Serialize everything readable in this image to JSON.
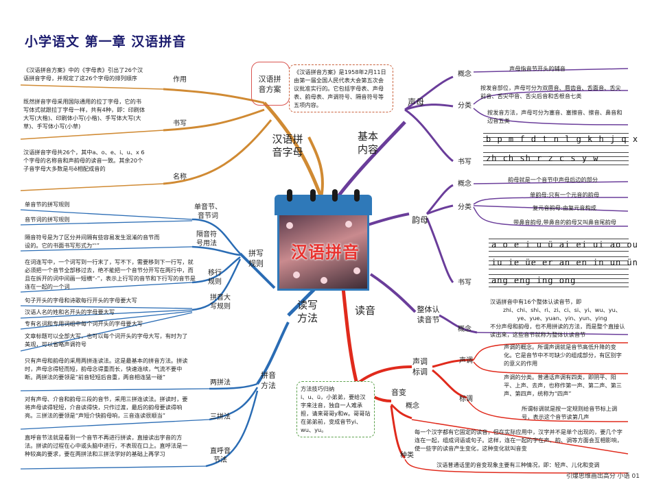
{
  "title": "小学语文  第一章  汉语拼音",
  "footer": "引爆思维画出高分   小语   01",
  "center": "汉语拼音",
  "branches": {
    "zimu": "汉语拼\n音字母",
    "jiben": "基本\n内容",
    "duxie": "读写\n方法",
    "duyin": "读音"
  },
  "zimu": {
    "fangan_label": "汉语拼\n音方案",
    "fangan_text": "《汉语拼音方案》是1958年2月11日由第一届全国人民代表大会第五次会议批准实行的。它包括字母表、声母表、韵母表、声调符号、隔音符号等五项内容。",
    "zuoyong": "作用",
    "zuoyong_text": "《汉语拼音方案》中的《字母表》引出了26个汉语拼音字母，并规定了这26个字母的排列顺序",
    "shuxie": "书写",
    "shuxie_text": "既然拼音字母采用国际通用的拉丁字母，它的书写体式就跟拉丁字母一样，共有4种，即：印刷体大写(大楷)、印刷体小写(小楷)、手写体大写(大草)、手写体小写(小草)",
    "mingcheng": "名称",
    "mingcheng_text": "汉语拼音字母共26个，其中a、o、e、i、u、x 6个字母的名称音和声韵母的读音一致。其余20个子音字母大多数是与ê相配成音的"
  },
  "jiben": {
    "shengmu": "声母",
    "gainian": "概念",
    "sm_gainian_text": "声母指音节开头的辅音",
    "fenlei": "分类",
    "sm_fenlei_1": "按发音部位，声母可分为双唇音、唇齿音、舌面音、舌尖前音、舌尖中音、舌尖后音和舌根音七类",
    "sm_fenlei_2": "按发音方法，声母可分为塞音、塞擦音、擦音、鼻音和边音五类",
    "shuxie": "书写",
    "sm_staff_1": "b p m f d t n l g k h j q x",
    "sm_staff_2": "zh ch sh r z c s y w",
    "yunmu": "韵母",
    "ym_gainian_text": "韵母就是一个音节中声母后边的部分",
    "ym_fenlei_1": "单韵母:只有一个元音的韵母",
    "ym_fenlei_2": "复元音韵母:由复元音构成",
    "ym_fenlei_3": "带鼻音韵母,带鼻音的韵母又叫鼻音尾韵母",
    "ym_staff_1": "a o e i u ü ai ei ui ao ou",
    "ym_staff_2": "iu ie üe er an en in un ün",
    "ym_staff_3": "ang eng ing ong",
    "zhengti": "整体认\n读音节",
    "zt_text_1": "汉语拼音中有16个整体认读音节，即",
    "zt_text_2": "zhi、chi、shi、ri、zi、ci、si、yi、wu、yu、ye、yue、yuan、yin、yun、ying",
    "zt_text_3": "不分声母和韵母，也不用拼读的方法，而是整个直接认读出来，这些音节就称为整体认读音节"
  },
  "duxie": {
    "pinxie": "拼写\n规则",
    "dan_yin": "单音节、\n音节词",
    "dan_1": "单音节的拼写规则",
    "dan_2": "音节词的拼写规则",
    "geyin": "隔音符\n号用法",
    "geyin_text": "隔音符号是为了区分并间隔有些容易发生混淆的音节而设的。它的书面书写形式为“'”",
    "yihang": "移行\n规则",
    "yihang_text": "在词连写中，一个词写到一行末了，写不下，需要移到下一行写，就必须把一个音节全部移过去，绝不能把一个音节分开写在两行中，而且在拆开的词中间画一短横“-”，表示上行写的音节和下行写的音节是连在一起的一个词",
    "daxie": "拼音大\n写规则",
    "daxie_1": "句子开头的字母和诗歌每行开头的字母要大写",
    "daxie_2": "汉语人名的姓和名开头的字母要大写",
    "daxie_3": "专有名词和专用词组中每个词开头的字母要大写",
    "daxie_4": "文章标题可以全部大写，也可以每个词开头的字母大写，有时为了美观，可以省略声调符号",
    "pinyin": "拼音\n方法",
    "liangpin": "两拼法",
    "liangpin_text": "只有声母和韵母的采用两拼连读法。这是最基本的拼音方法。拼读时，声母念得轻而短，韵母念得重而长，快速连续，气流不要中断。两拼法的要领是“前音轻短后音重，两音相连猛一碰”",
    "sanpin": "三拼法",
    "sanpin_text": "对有声母、介音和韵母三段的音节，采用三拼连读法。拼读时，要将声母读得轻短，介音读得快，只作过渡，最后的韵母要读得响亮。三拼法的要领是“声短介快韵母响，三音连读很顺当”",
    "zhihu": "直呼音\n节法",
    "zhihu_text": "直呼音节法就是看到一个音节不再进行拼读，直接读出字音的方法。拼读的过程在心中或头脑中进行，不表现在口上。直呼法是一种较高的要求，要在两拼法和三拼法学好的基础上再学习",
    "jiqiao": "方法技巧归纳\ni、u、ü，小弟弟，要给汉字来注音，独自一人难承担，请来哥哥y和w。哥哥站在弟弟前，变成音节yi、wu、yu。"
  },
  "duyin": {
    "shengdiao": "声调\n标调",
    "sd_label": "声调",
    "sd_text_1": "声调的概念。所谓声调就是音节高低升降的变化。它是音节中不可缺少的组成部分，有区别字的意义的作用",
    "sd_text_2": "声调的分类。普通话声调有四类，即阴平、阳平、上声、去声，也称作第一声、第二声、第三声、第四声，统称为“四声”",
    "biaodiao": "标调",
    "bd_text": "所谓标调就是按一定规则给音节标上调号，表示这个音节读第几声",
    "yinbian": "音变",
    "gainian": "概念",
    "yb_gainian_text": "每一个汉字都有它固定的读音，但在实际应用中，汉字并不是单个出现的，要几个字连在一起，组成词语或句子。这样，连在一起的字在声、韵、调等方面会互相影响，使一些字的读音产生变化，这种变化就叫音变",
    "zhonglei": "种类",
    "zl_text": "汉语普通话里的音变现象主要有三种情况，即：轻声、儿化和变调"
  }
}
